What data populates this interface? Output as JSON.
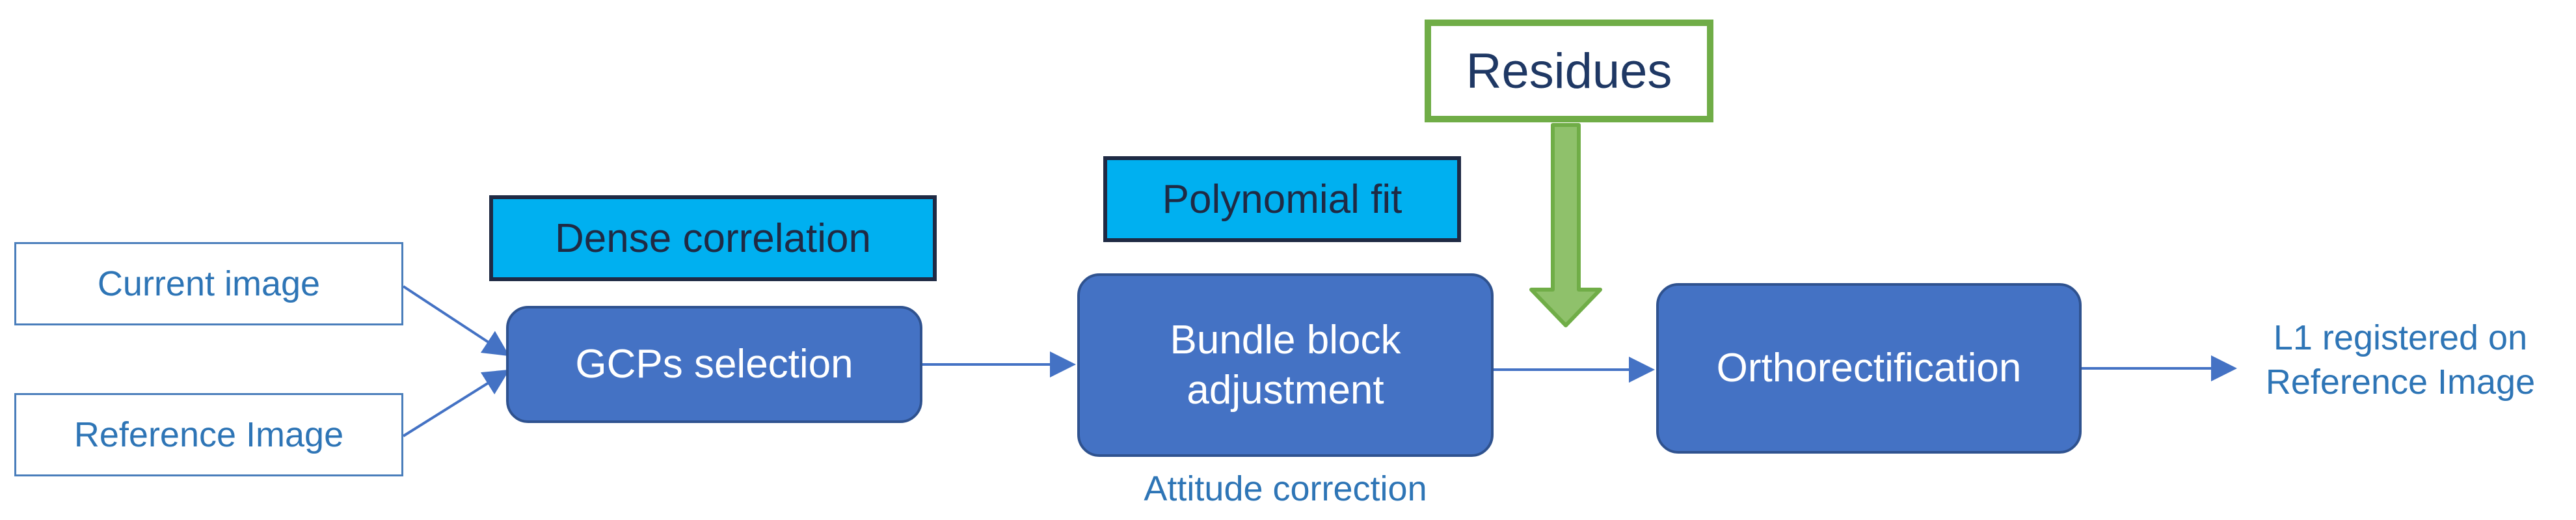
{
  "inputs": {
    "current": "Current image",
    "reference": "Reference Image"
  },
  "methods": {
    "dense_correlation": "Dense correlation",
    "polynomial_fit": "Polynomial fit"
  },
  "processes": {
    "gcp": "GCPs selection",
    "bundle": "Bundle block adjustment",
    "ortho": "Orthorectification"
  },
  "residues": "Residues",
  "notes": {
    "attitude": "Attitude correction",
    "output": "L1 registered on Reference Image"
  },
  "colors": {
    "process_fill": "#4472c4",
    "method_fill": "#00b0f0",
    "residues_border": "#70ad47",
    "text_blue": "#2e75b6",
    "arrow_blue": "#4472c4"
  }
}
